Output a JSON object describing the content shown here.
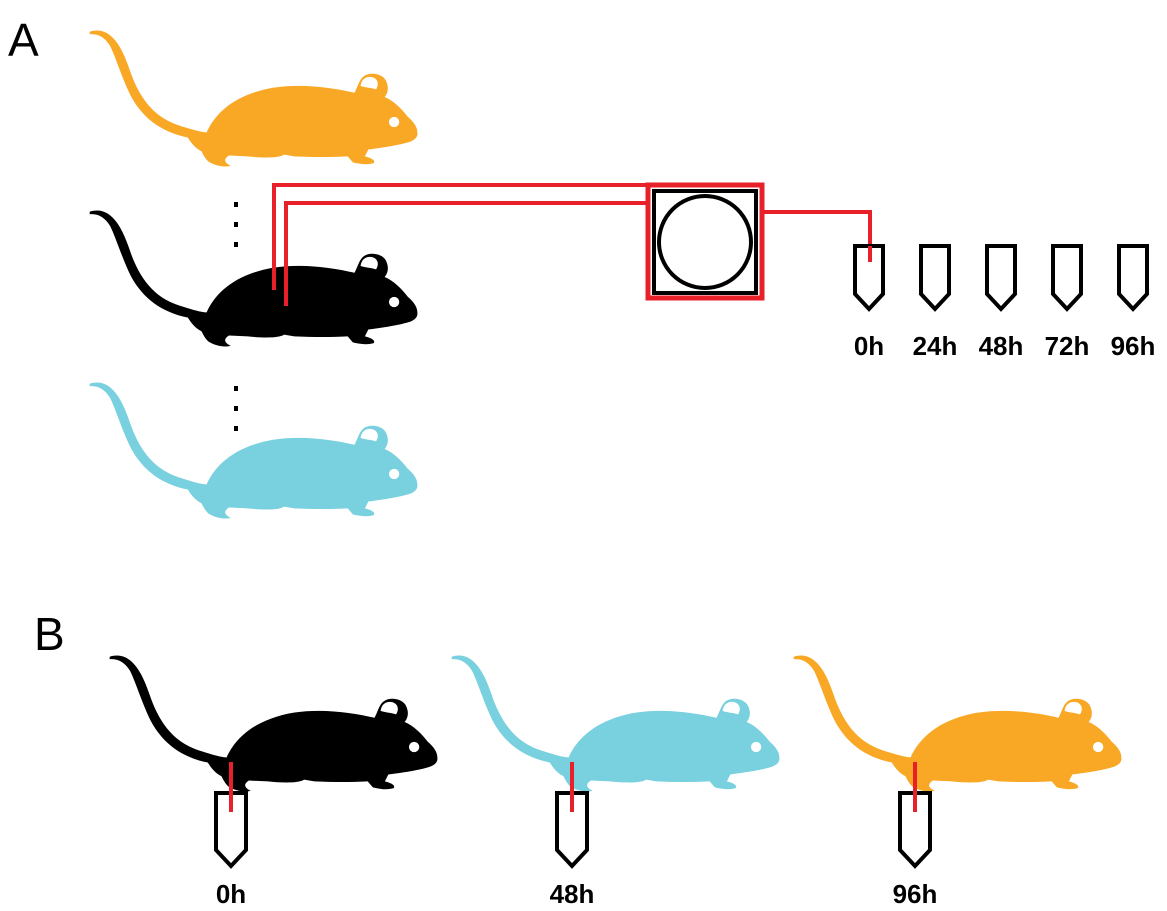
{
  "panels": {
    "a": {
      "letter": "A"
    },
    "b": {
      "letter": "B"
    }
  },
  "colors": {
    "orange": "#f9a825",
    "black": "#000000",
    "blue": "#79d0df",
    "red": "#e8202a"
  },
  "panel_a": {
    "mice": [
      "orange",
      "black",
      "blue"
    ],
    "time_labels": [
      "0h",
      "24h",
      "48h",
      "72h",
      "96h"
    ]
  },
  "panel_b": {
    "mice": [
      "black",
      "blue",
      "orange"
    ],
    "time_labels": [
      "0h",
      "48h",
      "96h"
    ]
  }
}
